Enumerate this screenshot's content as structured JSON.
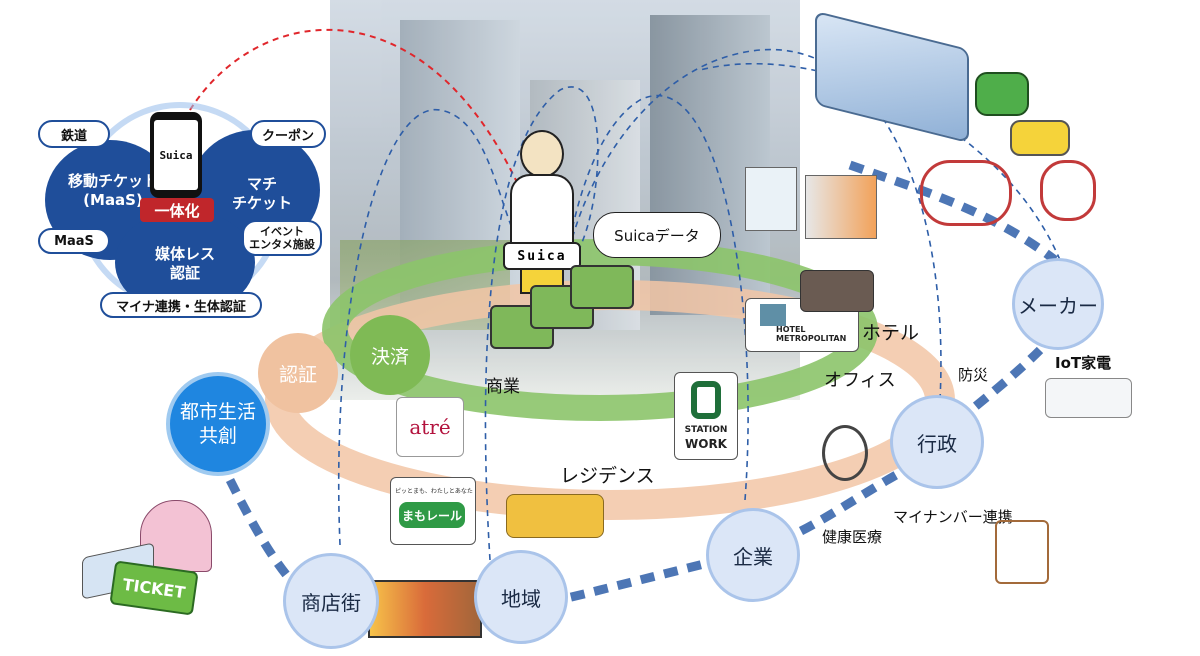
{
  "left_panel": {
    "phone_brand": "Suica",
    "center_badge": "一体化",
    "blob_left": "移動チケット\n(MaaS)",
    "blob_right": "マチ\nチケット",
    "blob_bottom": "媒体レス\n認証",
    "pill_rail": "鉄道",
    "pill_coupon": "クーポン",
    "pill_maas": "MaaS",
    "pill_event": "イベント\nエンタメ施設",
    "pill_myna": "マイナ連携・生体認証"
  },
  "person": {
    "card_label": "Suica",
    "speech": "Suicaデータ"
  },
  "rings": {
    "payment": "決済",
    "auth": "認証",
    "urban": "都市生活\n共創"
  },
  "logos": {
    "atre": "atré",
    "station_work_1": "STATION",
    "station_work_2": "WORK",
    "hotel_1": "HOTEL",
    "hotel_2": "METROPOLITAN",
    "mamorail": "まもレール",
    "mamorail_tag": "ピッとまも、わたしとあなた",
    "ticket": "TICKET"
  },
  "area_labels": {
    "commerce": "商業",
    "hotel": "ホテル",
    "office": "オフィス",
    "residence": "レジデンス",
    "disaster": "防災",
    "iot": "IoT家電",
    "health": "健康医療",
    "myna": "マイナンバー連携"
  },
  "nodes": {
    "maker": "メーカー",
    "gov": "行政",
    "company": "企業",
    "region": "地域",
    "shopping": "商店街"
  },
  "colors": {
    "blue_dark": "#1f4e9a",
    "node_fill": "#dbe6f7",
    "green_ring": "#8cc46a",
    "orange_ring": "#f2c6a6",
    "dash_red": "#e0262b",
    "dash_blue": "#2e5ea8"
  }
}
